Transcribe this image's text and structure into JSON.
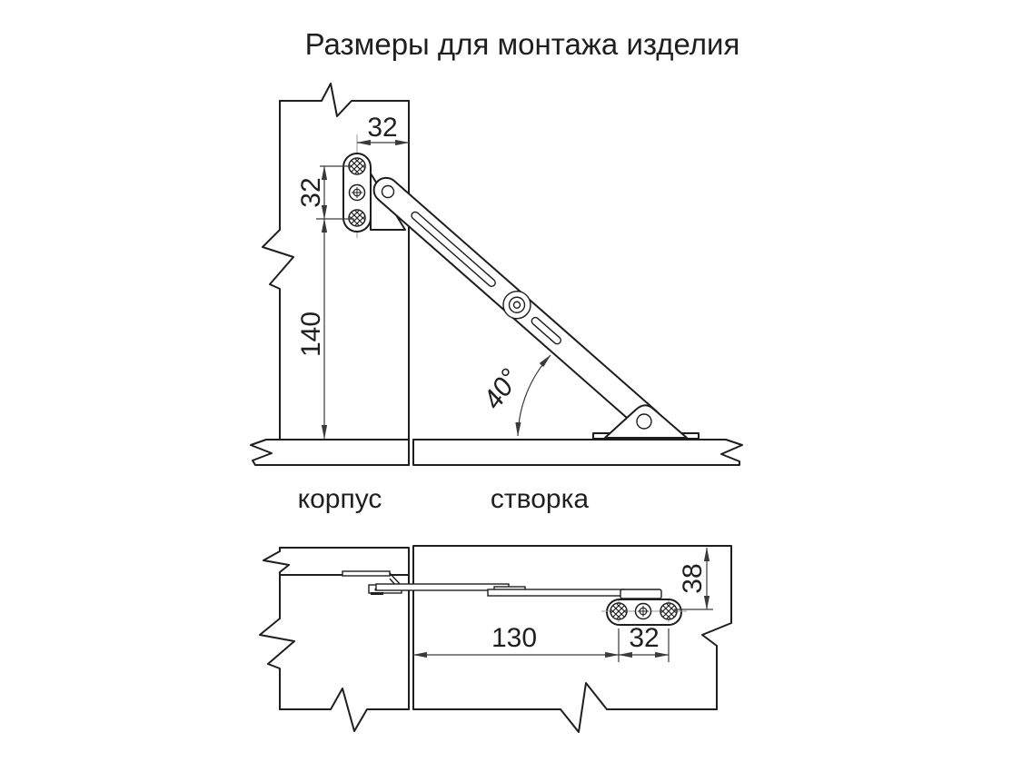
{
  "title": "Размеры для монтажа изделия",
  "side_view": {
    "cabinet_label": "корпус",
    "flap_label": "створка",
    "dims": {
      "plate_edge_offset": "32",
      "screw_spacing": "32",
      "mounting_height": "140",
      "opening_angle": "40°"
    }
  },
  "top_view": {
    "dims": {
      "plate_distance": "130",
      "screw_spacing": "32",
      "edge_offset": "38"
    }
  },
  "colors": {
    "background": "#ffffff",
    "outline": "#1e1e1e",
    "dimension": "#3a3a3a",
    "centerline": "#9a9a9a"
  }
}
